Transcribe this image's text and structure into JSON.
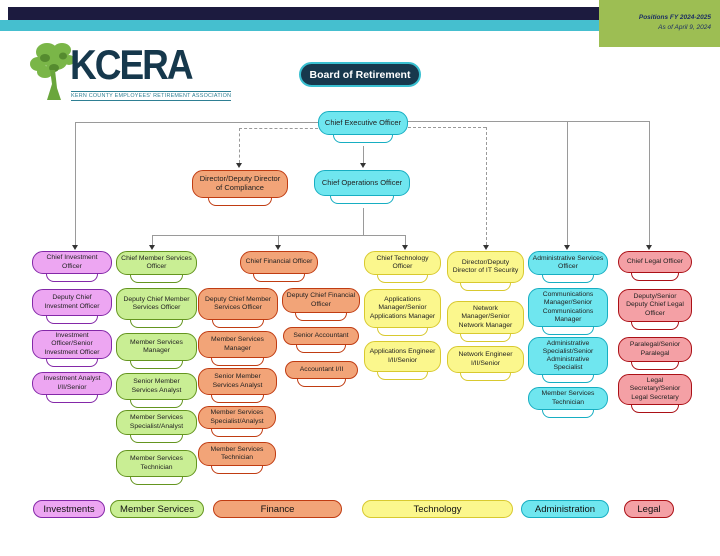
{
  "header": {
    "logo_title": "KCERA",
    "logo_tagline": "KERN COUNTY EMPLOYEES' RETIREMENT ASSOCIATION",
    "board_button": "Board of Retirement",
    "positions_line1": "Positions FY 2024-2025",
    "positions_line2": "As of April 9, 2024"
  },
  "executive": {
    "ceo": "Chief Executive Officer",
    "coo": "Chief Operations Officer",
    "compliance": "Director/Deputy Director of Compliance",
    "fill": "#6fe6ef",
    "border": "#17aec2"
  },
  "departments": {
    "investments": {
      "legend": "Investments",
      "fill": "#eda6f2",
      "border": "#8428a8",
      "roles": [
        "Chief Investment Officer",
        "Deputy Chief Investment Officer",
        "Investment Officer/Senior Investment Officer",
        "Investment Analyst I/II/Senior"
      ]
    },
    "member_services": {
      "legend": "Member Services",
      "fill": "#c9ee94",
      "border": "#64951f",
      "roles": [
        "Chief Member Services Officer",
        "Deputy Chief Member Services Officer",
        "Member Services Manager",
        "Senior Member Services Analyst",
        "Member Services Specialist/Analyst",
        "Member Services Technician"
      ]
    },
    "finance": {
      "legend": "Finance",
      "fill": "#f2a478",
      "border": "#c03c12",
      "chief": "Chief Financial Officer",
      "member_branch": [
        "Deputy Chief Member Services Officer",
        "Member Services Manager",
        "Senior Member Services Analyst",
        "Member Services Specialist/Analyst",
        "Member Services Technician"
      ],
      "accounting_branch": [
        "Deputy Chief Financial Officer",
        "Senior Accountant",
        "Accountant I/II"
      ]
    },
    "technology": {
      "legend": "Technology",
      "fill": "#fbf78d",
      "border": "#d8c92f",
      "applications_branch": [
        "Chief Technology Officer",
        "Applications Manager/Senior Applications Manager",
        "Applications Engineer I/II/Senior"
      ],
      "security_branch": [
        "Director/Deputy Director of IT Security",
        "Network Manager/Senior Network Manager",
        "Network Engineer I/II/Senior"
      ]
    },
    "administration": {
      "legend": "Administration",
      "fill": "#6fe6ef",
      "border": "#17aec2",
      "roles": [
        "Administrative Services Officer",
        "Communications Manager/Senior Communications Manager",
        "Administrative Specialist/Senior Administrative Specialist",
        "Member Services Technician"
      ]
    },
    "legal": {
      "legend": "Legal",
      "fill": "#f4a0a5",
      "border": "#ab1016",
      "roles": [
        "Chief Legal Officer",
        "Deputy/Senior Deputy Chief Legal Officer",
        "Paralegal/Senior Paralegal",
        "Legal Secretary/Senior Legal Secretary"
      ]
    }
  }
}
